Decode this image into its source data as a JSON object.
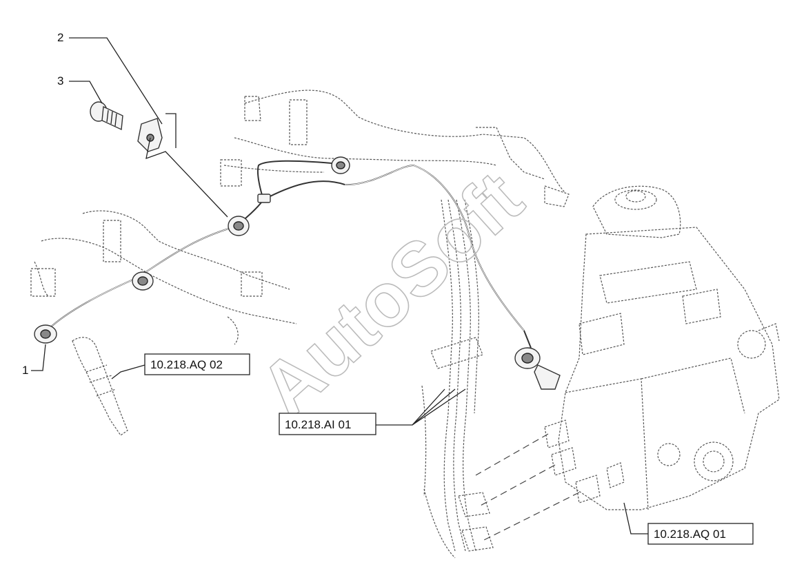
{
  "callouts": {
    "item_1": "1",
    "item_2": "2",
    "item_3": "3"
  },
  "references": {
    "ref_aq02": "10.218.AQ 02",
    "ref_ai01": "10.218.AI 01",
    "ref_aq01": "10.218.AQ 01"
  },
  "watermark": "AutoSoft"
}
